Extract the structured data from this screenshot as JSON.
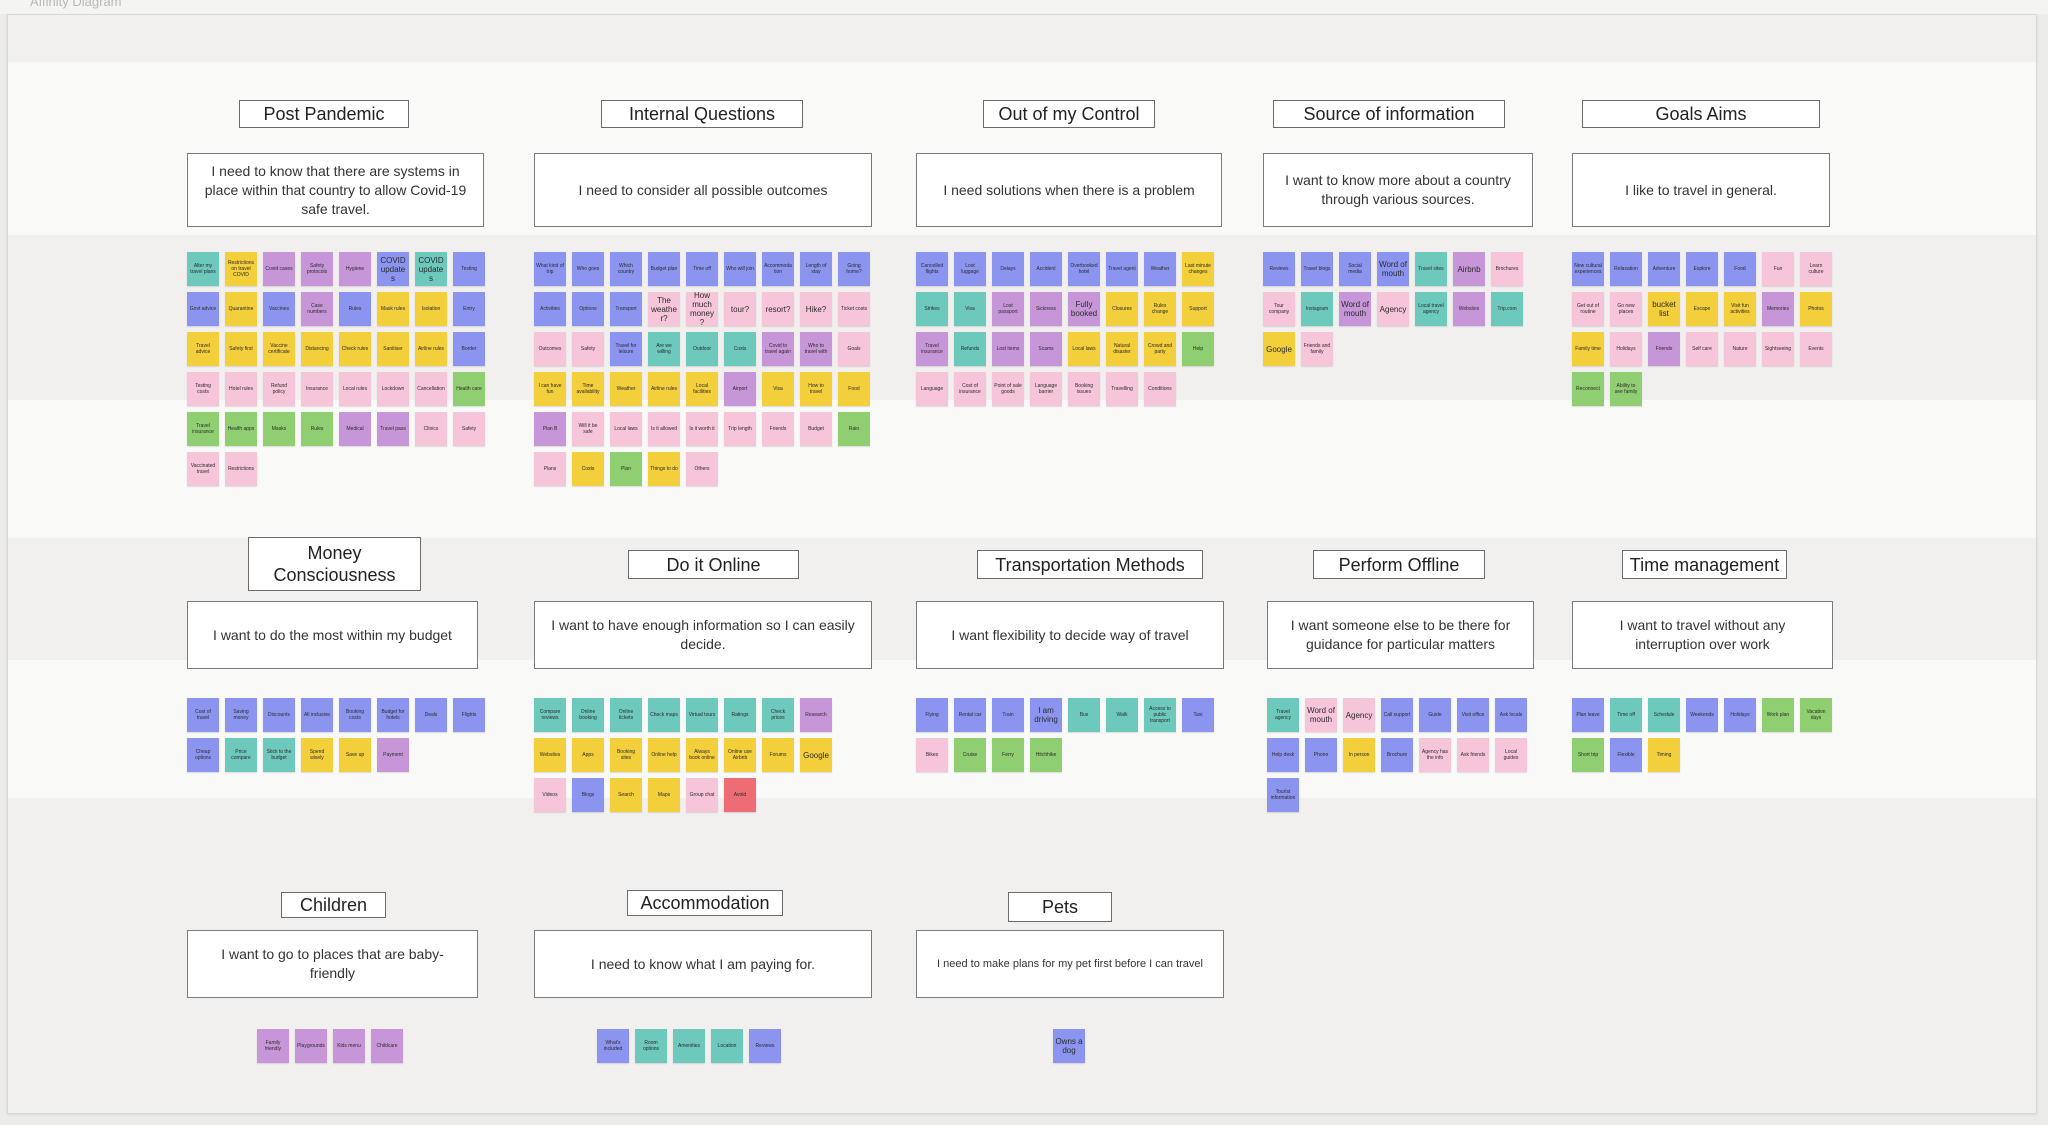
{
  "board_title": "Affinity Diagram",
  "colors": {
    "b": "#8b95f0",
    "y": "#f3cf3c",
    "p": "#c796d8",
    "k": "#f7c5d9",
    "t": "#6ec9bd",
    "g": "#8fcf71",
    "r": "#ee6c73"
  },
  "clusters": [
    {
      "title": "Post Pandemic",
      "statement": "I need to know that there are systems in place within that country to allow Covid-19 safe travel.",
      "notes": [
        "t:Alter my travel plans",
        "y:Restrictions on travel COVID",
        "p:Covid cases",
        "p:Safety protocols",
        "p:Hygiene",
        "b:COVID updates",
        "t:COVID updates",
        "b:Testing",
        "b:Govt advice",
        "y:Quarantine",
        "b:Vaccines",
        "p:Case numbers",
        "b:Rules",
        "y:Mask rules",
        "y:Isolation",
        "b:Entry",
        "y:Travel advice",
        "y:Safety first",
        "y:Vaccine certificate",
        "y:Distancing",
        "y:Check rules",
        "y:Sanitiser",
        "y:Airline rules",
        "b:Border",
        "k:Testing costs",
        "k:Hotel rules",
        "k:Refund policy",
        "k:Insurance",
        "k:Local rules",
        "k:Lockdown",
        "k:Cancellation",
        "g:Health care",
        "g:Travel insurance",
        "g:Health apps",
        "g:Masks",
        "g:Rules",
        "p:Medical",
        "p:Travel pass",
        "k:Clinics",
        "k:Safety",
        "k:Vaccinated travel",
        "k:Restrictions"
      ]
    },
    {
      "title": "Internal Questions",
      "statement": "I need to consider all possible outcomes",
      "notes": [
        "b:What kind of trip",
        "b:Who goes",
        "b:Which country",
        "b:Budget plan",
        "b:Time off",
        "b:Who will join",
        "b:Accommodation",
        "b:Length of stay",
        "b:Going home?",
        "b:Activities",
        "b:Options",
        "b:Transport",
        "k:The weather?",
        "k:How much money?",
        "k:tour?",
        "k:resort?",
        "k:Hike?",
        "k:Ticket costs",
        "k:Outcomes",
        "k:Safety",
        "b:Travel for leisure",
        "t:Are we willing",
        "t:Outdoor",
        "t:Costs",
        "p:Covid to travel again",
        "p:Who to travel with",
        "k:Goals",
        "y:I can have fun",
        "y:Time availability",
        "y:Weather",
        "y:Airline rules",
        "y:Local facilities",
        "p:Airport",
        "y:Visa",
        "y:How to travel",
        "y:Food",
        "p:Plan B",
        "k:Will it be safe",
        "k:Local laws",
        "k:Is it allowed",
        "k:Is it worth it",
        "k:Trip length",
        "k:Friends",
        "k:Budget",
        "g:Rain",
        "k:Plans",
        "y:Costs",
        "g:Plan",
        "y:Things to do",
        "k:Others"
      ]
    },
    {
      "title": "Out of my Control",
      "statement": "I need solutions when there is a problem",
      "notes": [
        "b:Cancelled flights",
        "b:Lost luggage",
        "b:Delays",
        "b:Accident",
        "b:Overbooked hotel",
        "b:Travel agent",
        "b:Weather",
        "y:Last minute changes",
        "t:Strikes",
        "t:Visa",
        "p:Lost passport",
        "p:Sickness",
        "p:Fully booked",
        "y:Closures",
        "y:Rules change",
        "y:Support",
        "p:Travel insurance",
        "t:Refunds",
        "p:Lost items",
        "p:Scams",
        "y:Local laws",
        "y:Natural disaster",
        "y:Crowd and party",
        "g:Help",
        "k:Language",
        "k:Cost of insurance",
        "k:Point of sale goods",
        "k:Language barrier",
        "k:Booking issues",
        "k:Travelling",
        "k:Conditions"
      ]
    },
    {
      "title": "Source of information",
      "statement": "I want to know more about a country through various sources.",
      "notes": [
        "b:Reviews",
        "b:Travel blogs",
        "b:Social media",
        "b:Word of mouth",
        "t:Travel sites",
        "p:Airbnb",
        "k:Brochures",
        "k:Tour company",
        "t:Instagram",
        "p:Word of mouth",
        "k:Agency",
        "t:Local travel agency",
        "p:Websites",
        "t:Trip.com",
        "y:Google",
        "k:Friends and family"
      ]
    },
    {
      "title": "Goals Aims",
      "statement": "I like to travel in general.",
      "notes": [
        "b:New cultural experiences",
        "b:Relaxation",
        "b:Adventure",
        "b:Explore",
        "b:Food",
        "k:Fun",
        "k:Learn culture",
        "k:Get out of routine",
        "k:Go new places",
        "y:bucket list",
        "y:Escape",
        "y:Visit fun activities",
        "p:Memories",
        "y:Photos",
        "y:Family time",
        "k:Holidays",
        "p:Friends",
        "k:Self care",
        "k:Nature",
        "k:Sightseeing",
        "k:Events",
        "g:Reconnect",
        "g:Ability to see family"
      ]
    },
    {
      "title": "Money Consciousness",
      "statement": "I want to do the most within my budget",
      "notes": [
        "b:Cost of travel",
        "b:Saving money",
        "b:Discounts",
        "b:All inclusive",
        "b:Booking costs",
        "b:Budget for hotels",
        "b:Deals",
        "b:Flights",
        "b:Cheap options",
        "t:Price compare",
        "t:Stick to the budget",
        "y:Spend wisely",
        "y:Save up",
        "p:Payment"
      ]
    },
    {
      "title": "Do it Online",
      "statement": "I want to have enough information so I can easily decide.",
      "notes": [
        "t:Compare reviews",
        "t:Online booking",
        "t:Online tickets",
        "t:Check maps",
        "t:Virtual tours",
        "t:Ratings",
        "t:Check prices",
        "p:Research",
        "y:Websites",
        "y:Apps",
        "y:Booking sites",
        "y:Online help",
        "y:Always book online",
        "y:Online use Airbnb",
        "y:Forums",
        "y:Google",
        "k:Videos",
        "b:Blogs",
        "y:Search",
        "y:Maps",
        "k:Group chat",
        "r:Avoid"
      ]
    },
    {
      "title": "Transportation Methods",
      "statement": "I want flexibility to decide way of travel",
      "notes": [
        "b:Flying",
        "b:Rental car",
        "b:Train",
        "b:I am driving",
        "t:Bus",
        "t:Walk",
        "t:Access to public transport",
        "b:Taxi",
        "k:Bikes",
        "g:Cruise",
        "g:Ferry",
        "g:Hitchhike"
      ]
    },
    {
      "title": "Perform Offline",
      "statement": "I want someone else to be there for guidance for particular matters",
      "notes": [
        "t:Travel agency",
        "k:Word of mouth",
        "k:Agency",
        "b:Call support",
        "b:Guide",
        "b:Visit office",
        "b:Ask locals",
        "b:Help desk",
        "b:Phone",
        "y:In person",
        "b:Brochure",
        "k:Agency has the info",
        "k:Ask friends",
        "k:Local guides",
        "b:Tourist information"
      ]
    },
    {
      "title": "Time management",
      "statement": "I want to travel without any interruption over work",
      "notes": [
        "b:Plan leave",
        "t:Time off",
        "t:Schedule",
        "b:Weekends",
        "b:Holidays",
        "g:Work plan",
        "g:Vacation days",
        "g:Short trip",
        "b:Flexible",
        "y:Timing"
      ]
    },
    {
      "title": "Children",
      "statement": "I want to go to places that are baby-friendly",
      "notes": [
        "p:Family friendly",
        "p:Playgrounds",
        "p:Kids menu",
        "p:Childcare"
      ]
    },
    {
      "title": "Accommodation",
      "statement": "I need to know what I am paying for.",
      "notes": [
        "b:What's included",
        "t:Room options",
        "t:Amenities",
        "t:Location",
        "b:Reviews"
      ]
    },
    {
      "title": "Pets",
      "statement": "I need to make plans for my pet first before I can travel",
      "notes": [
        "b:Owns a dog"
      ]
    }
  ]
}
